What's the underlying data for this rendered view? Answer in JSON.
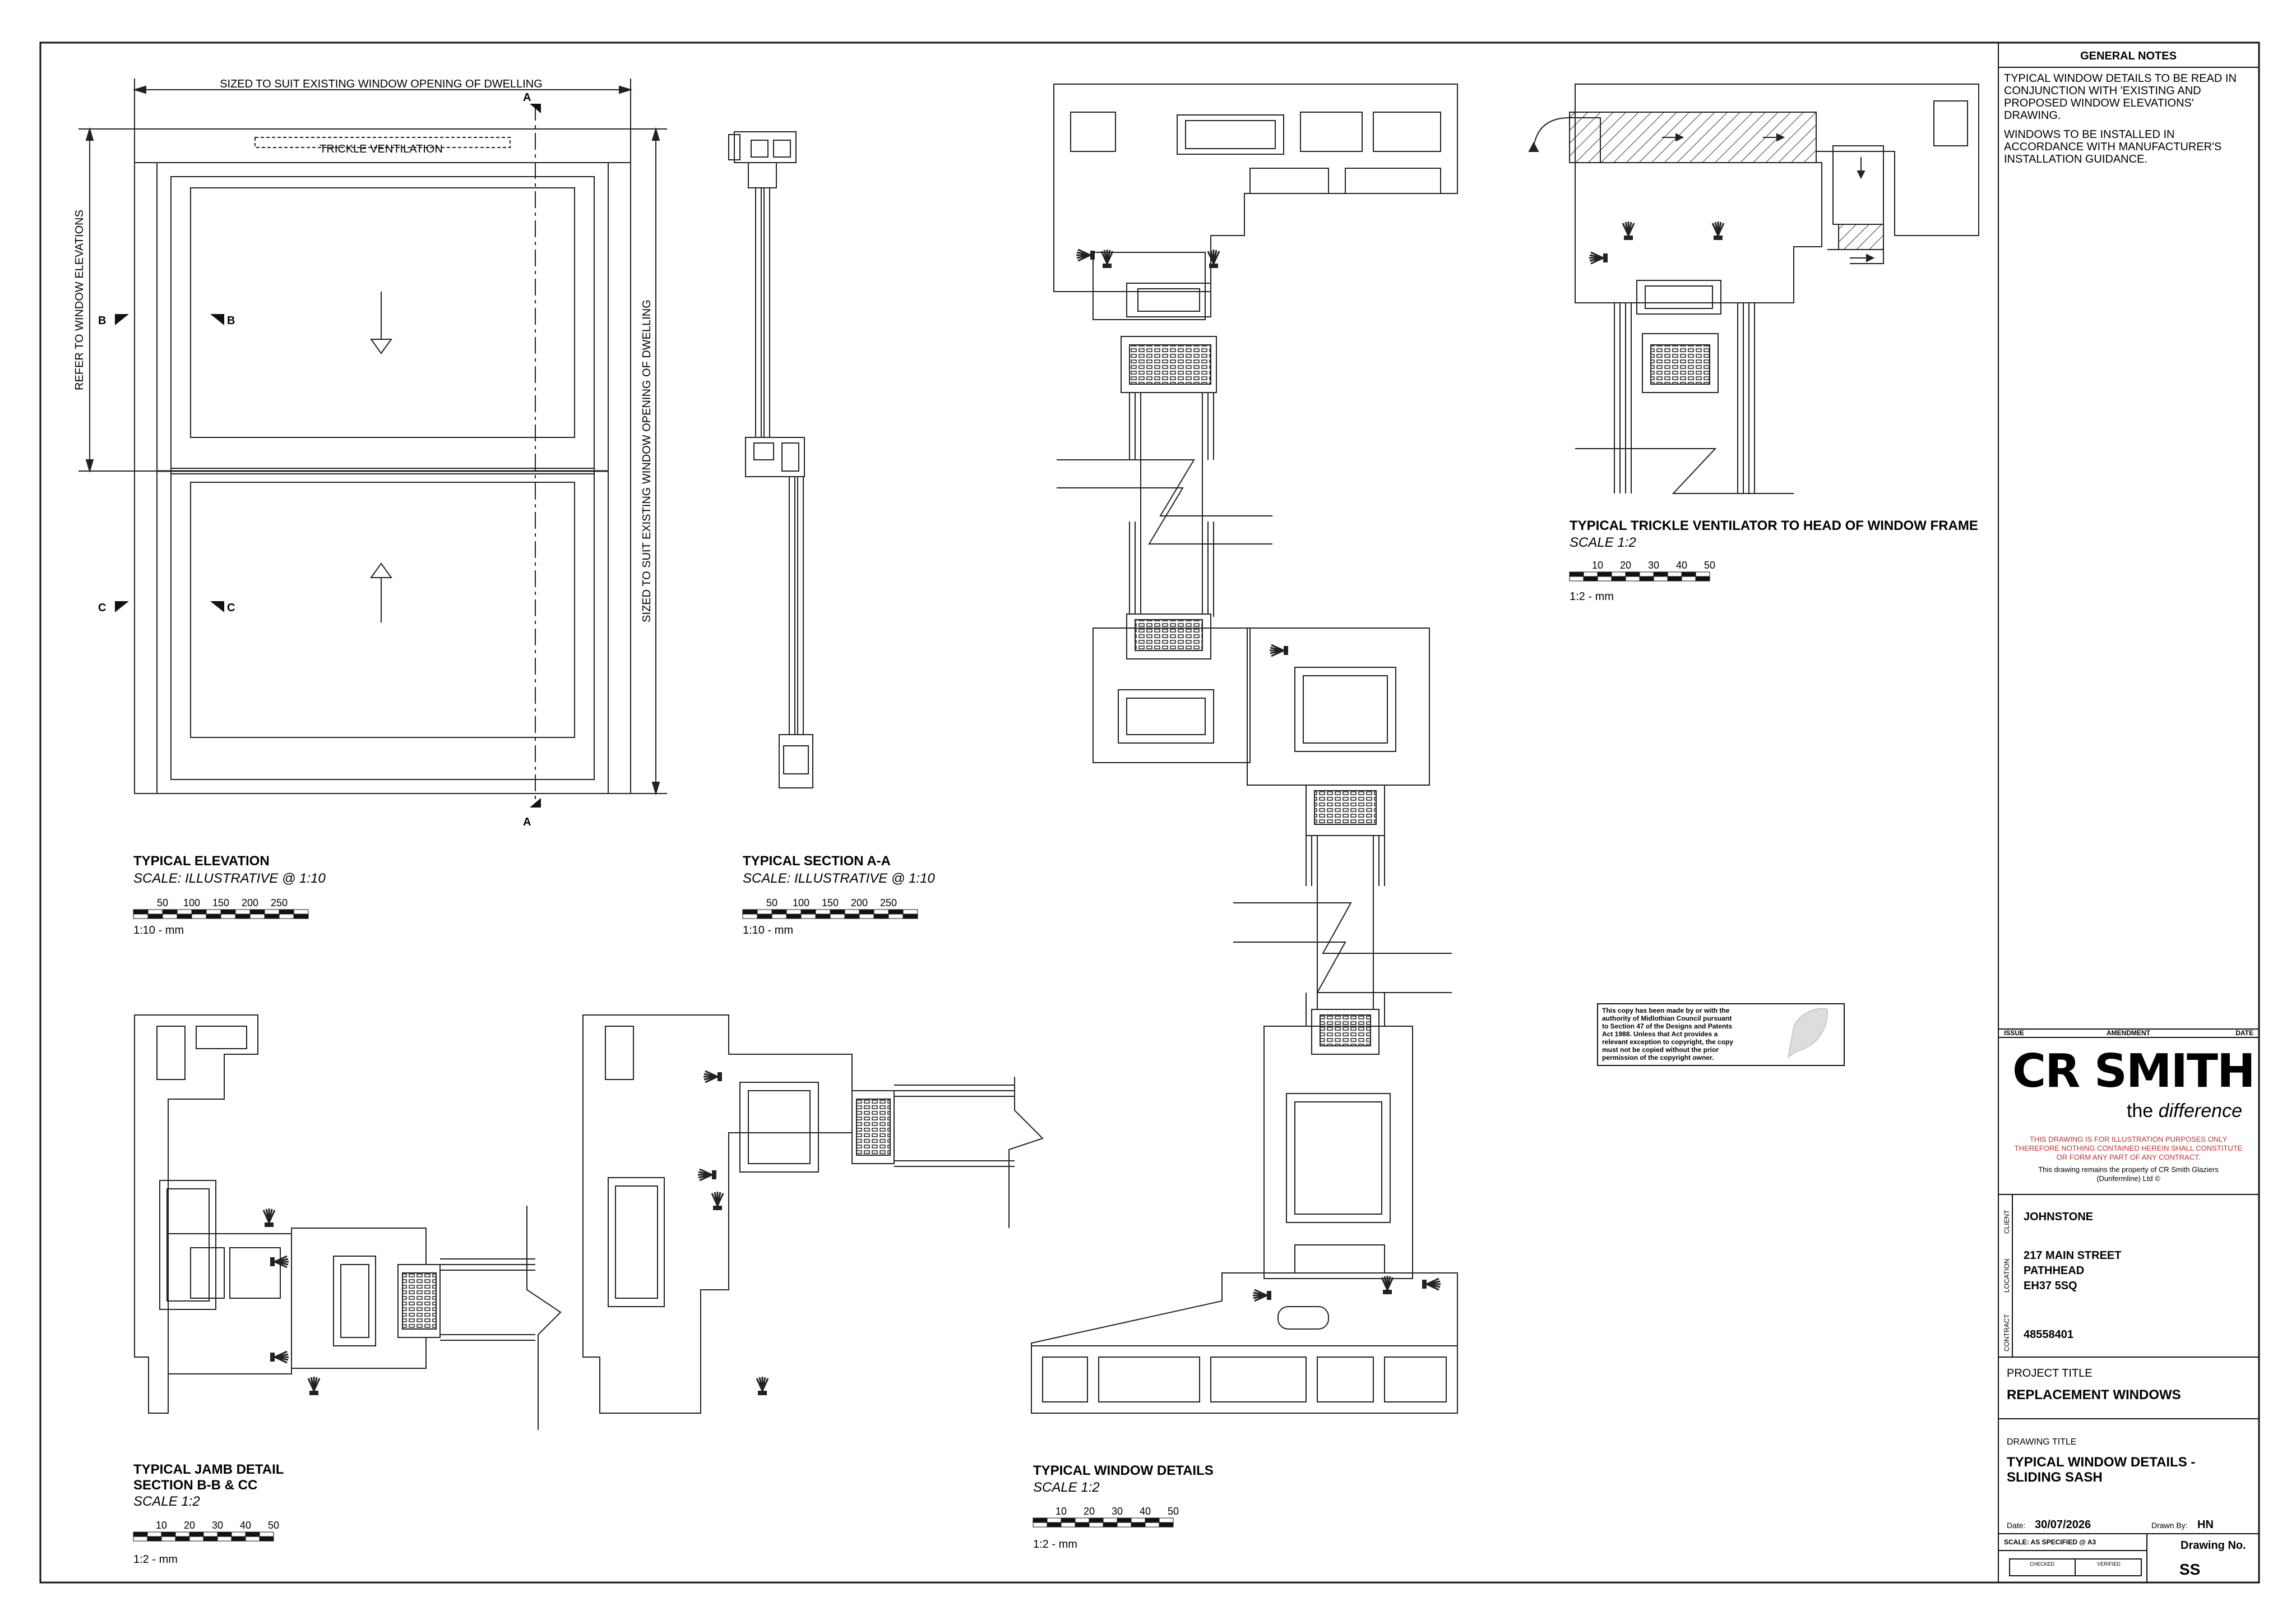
{
  "elevation": {
    "top_dim": "SIZED TO SUIT EXISTING WINDOW OPENING OF DWELLING",
    "trickle_label": "TRICKLE VENTILATION",
    "left_dim": "REFER TO WINDOW ELEVATIONS",
    "right_dim": "SIZED TO SUIT EXISTING WINDOW OPENING OF DWELLING",
    "section_markers": {
      "a": "A",
      "b": "B",
      "c": "C"
    },
    "title": "TYPICAL ELEVATION",
    "scale": "SCALE: ILLUSTRATIVE @ 1:10",
    "scalebar_ticks": [
      "50",
      "100",
      "150",
      "200",
      "250"
    ],
    "scalebar_unit": "1:10 - mm"
  },
  "section_aa": {
    "title": "TYPICAL SECTION A-A",
    "scale": "SCALE: ILLUSTRATIVE @ 1:10",
    "scalebar_ticks": [
      "50",
      "100",
      "150",
      "200",
      "250"
    ],
    "scalebar_unit": "1:10 - mm"
  },
  "trickle_detail": {
    "title": "TYPICAL TRICKLE VENTILATOR TO HEAD OF WINDOW FRAME",
    "scale": "SCALE 1:2",
    "scalebar_ticks": [
      "10",
      "20",
      "30",
      "40",
      "50"
    ],
    "scalebar_unit": "1:2 - mm"
  },
  "jamb_detail": {
    "title_line1": "TYPICAL JAMB DETAIL",
    "title_line2": "SECTION B-B & CC",
    "scale": "SCALE 1:2",
    "scalebar_ticks": [
      "10",
      "20",
      "30",
      "40",
      "50"
    ],
    "scalebar_unit": "1:2 - mm"
  },
  "window_details": {
    "title": "TYPICAL WINDOW DETAILS",
    "scale": "SCALE 1:2",
    "scalebar_ticks": [
      "10",
      "20",
      "30",
      "40",
      "50"
    ],
    "scalebar_unit": "1:2 - mm"
  },
  "copyright_box": {
    "lines": [
      "This copy has been made by or with the",
      "authority of Midlothian Council pursuant",
      "to Section 47 of the Designs and Patents",
      "Act 1988. Unless that Act provides a",
      "relevant exception to copyright, the copy",
      "must not be copied without the prior",
      "permission of the copyright owner."
    ]
  },
  "title_block": {
    "general_notes_heading": "GENERAL NOTES",
    "notes_1": [
      "TYPICAL WINDOW DETAILS TO BE READ IN",
      "CONJUNCTION WITH 'EXISTING AND",
      "PROPOSED WINDOW ELEVATIONS'",
      "DRAWING."
    ],
    "notes_2": [
      "WINDOWS TO BE INSTALLED IN",
      "ACCORDANCE WITH MANUFACTURER'S",
      "INSTALLATION GUIDANCE."
    ],
    "rev_issue": "ISSUE",
    "rev_amendment": "AMENDMENT",
    "rev_date": "DATE",
    "logo_text": "CR SMITH",
    "logo_tagline_1": "the ",
    "logo_tagline_2": "difference",
    "disclaimer": [
      "THIS DRAWING IS FOR ILLUSTRATION PURPOSES ONLY",
      "THEREFORE NOTHING CONTAINED HEREIN SHALL CONSTITUTE",
      "OR FORM ANY PART OF ANY CONTRACT."
    ],
    "property": [
      "This drawing remains the property of CR Smith Glaziers",
      "(Dunfermline) Ltd ©"
    ],
    "client_label": "CLIENT",
    "client": "JOHNSTONE",
    "location_label": "LOCATION",
    "address": [
      "217 MAIN STREET",
      "PATHHEAD",
      "EH37 5SQ"
    ],
    "contract_label": "CONTRACT",
    "contract": "48558401",
    "project_title_label": "PROJECT TITLE",
    "project_title": "REPLACEMENT WINDOWS",
    "drawing_title_label": "DRAWING TITLE",
    "drawing_title": [
      "TYPICAL WINDOW DETAILS -",
      "SLIDING SASH"
    ],
    "date_label": "Date:",
    "date": "30/07/2026",
    "drawn_by_label": "Drawn By:",
    "drawn_by": "HN",
    "scale_label": "SCALE: AS SPECIFIED @ A3",
    "checked_label": "CHECKED",
    "verified_label": "VERIFIED",
    "drawing_no_label": "Drawing No.",
    "drawing_no": "SS"
  }
}
